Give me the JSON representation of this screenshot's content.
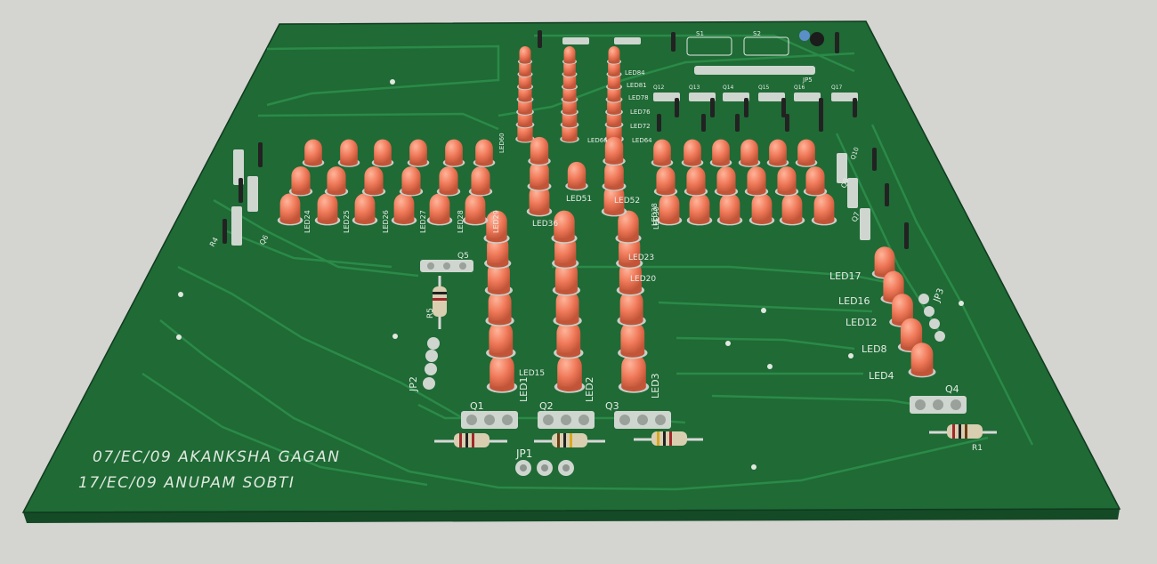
{
  "colors": {
    "background": "#d4d4d0",
    "board": "#1f6a35",
    "board_edge": "#154a26",
    "trace": "#2b8a48",
    "led": "#f07a5a",
    "led_shadow": "#b44a32",
    "silk": "#e6ece6"
  },
  "credits": {
    "line1": "07/EC/09  AKANKSHA GAGAN",
    "line2": "17/EC/09  ANUPAM SOBTI"
  },
  "connectors": {
    "jp1": "JP1",
    "jp2": "JP2",
    "jp3": "JP3",
    "jp5": "JP5"
  },
  "transistors": {
    "q1": "Q1",
    "q2": "Q2",
    "q3": "Q3",
    "q4": "Q4",
    "q5": "Q5",
    "q6": "Q6",
    "q7": "Q7",
    "q8": "Q8",
    "q10": "Q10",
    "q12": "Q12",
    "q13": "Q13",
    "q14": "Q14",
    "q15": "Q15",
    "q16": "Q16",
    "q17": "Q17"
  },
  "resistors": {
    "r1": "R1",
    "r4": "R4",
    "r5": "R5"
  },
  "switches": {
    "s1": "S1",
    "s2": "S2"
  },
  "leds": {
    "bottom_row": [
      "LED1",
      "LED2",
      "LED3"
    ],
    "right_column": [
      "LED17",
      "LED16",
      "LED12",
      "LED8",
      "LED4"
    ],
    "other": [
      "LED84",
      "LED81",
      "LED78",
      "LED76",
      "LED72",
      "LED66",
      "LED64",
      "LED60",
      "LED51",
      "LED52",
      "LED36",
      "LED38",
      "LED20",
      "LED23",
      "LED24",
      "LED25",
      "LED26",
      "LED27",
      "LED28",
      "LED29",
      "LED30",
      "LED15"
    ]
  }
}
